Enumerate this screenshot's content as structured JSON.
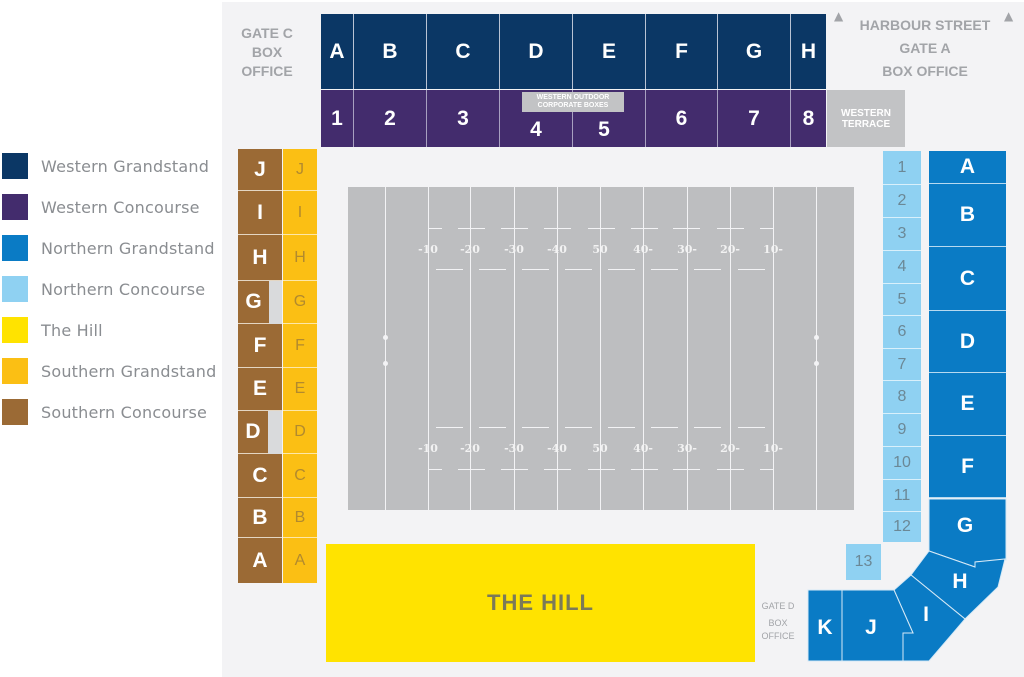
{
  "legend": [
    {
      "label": "Western Grandstand",
      "color": "#0b3765"
    },
    {
      "label": "Western Concourse",
      "color": "#432c6d"
    },
    {
      "label": "Northern Grandstand",
      "color": "#0a7bc5"
    },
    {
      "label": "Northern Concourse",
      "color": "#8fd1f2"
    },
    {
      "label": "The Hill",
      "color": "#ffe300"
    },
    {
      "label": "Southern Grandstand",
      "color": "#fbbf14"
    },
    {
      "label": "Southern Concourse",
      "color": "#9b6a35"
    }
  ],
  "gates": {
    "gate_c": {
      "line1": "GATE C",
      "line2": "BOX",
      "line3": "OFFICE"
    },
    "gate_a": {
      "line1": "HARBOUR STREET",
      "line2": "GATE A",
      "line3": "BOX OFFICE",
      "arrow": "▲"
    },
    "gate_d": {
      "line1": "GATE D",
      "line2": "BOX",
      "line3": "OFFICE"
    }
  },
  "western_grandstand": [
    "A",
    "B",
    "C",
    "D",
    "E",
    "F",
    "G",
    "H"
  ],
  "western_concourse": [
    "1",
    "2",
    "3",
    "4",
    "5",
    "6",
    "7",
    "8"
  ],
  "western_outdoor_boxes": {
    "line1": "WESTERN OUTDOOR",
    "line2": "CORPORATE BOXES"
  },
  "western_terrace": {
    "line1": "WESTERN",
    "line2": "TERRACE"
  },
  "southern_concourse": [
    "J",
    "I",
    "H",
    "G",
    "F",
    "E",
    "D",
    "C",
    "B",
    "A"
  ],
  "southern_grandstand": [
    "J",
    "I",
    "H",
    "G",
    "F",
    "E",
    "D",
    "C",
    "B",
    "A"
  ],
  "northern_concourse": [
    "1",
    "2",
    "3",
    "4",
    "5",
    "6",
    "7",
    "8",
    "9",
    "10",
    "11",
    "12",
    "13"
  ],
  "northern_grandstand": [
    "A",
    "B",
    "C",
    "D",
    "E",
    "F",
    "G",
    "H",
    "I",
    "J",
    "K"
  ],
  "the_hill": {
    "label": "THE HILL"
  },
  "field": {
    "yard_labels": [
      "-10",
      "-20",
      "-30",
      "-40",
      "50",
      "40-",
      "30-",
      "20-",
      "10-"
    ]
  }
}
